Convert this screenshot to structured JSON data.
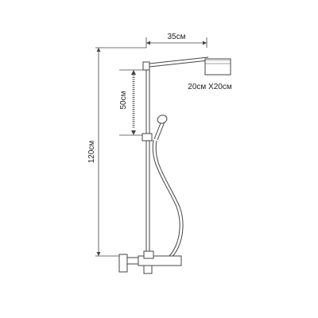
{
  "dimensions": {
    "arm_width": "35см",
    "head_size": "20см X20см",
    "slide_height": "50см",
    "total_height": "120см"
  },
  "colors": {
    "line": "#444444",
    "guide": "#888888",
    "text": "#222222",
    "background": "#ffffff"
  }
}
